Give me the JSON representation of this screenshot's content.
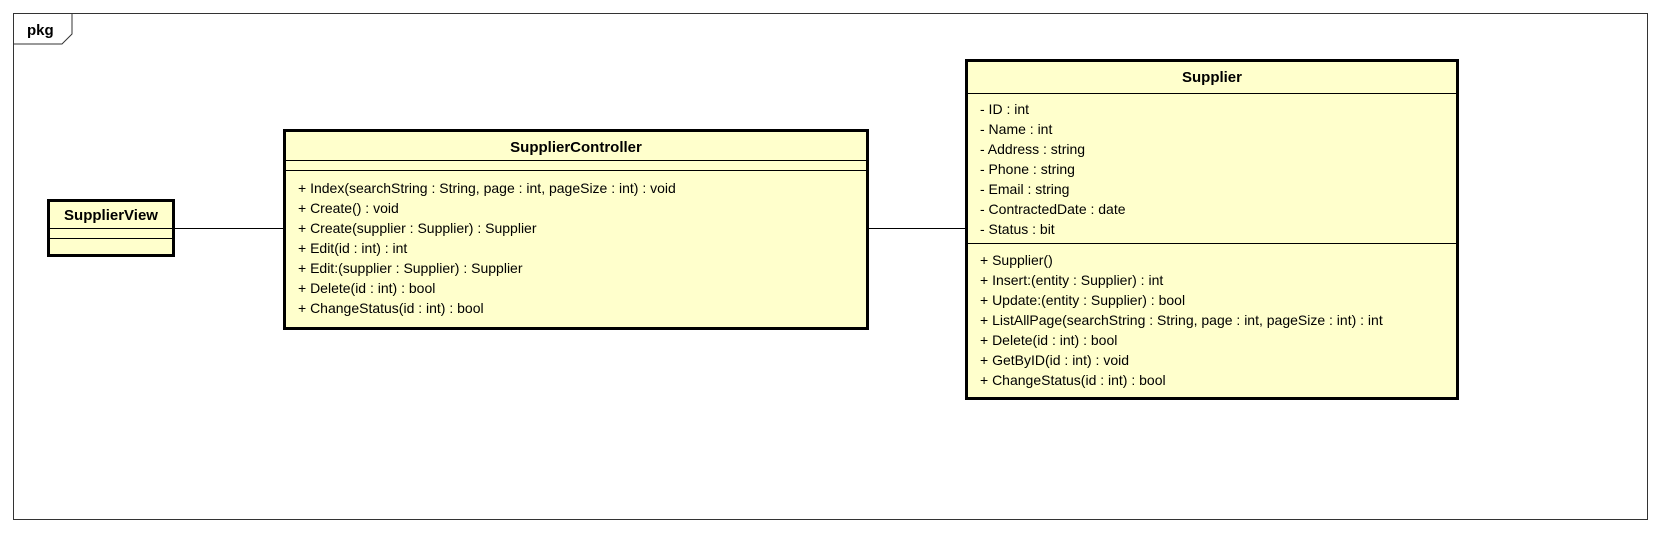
{
  "frame": {
    "label": "pkg"
  },
  "classes": {
    "supplier_view": {
      "name": "SupplierView",
      "attributes": [],
      "operations": []
    },
    "supplier_controller": {
      "name": "SupplierController",
      "attributes": [],
      "operations": [
        "+ Index(searchString : String, page : int, pageSize : int) : void",
        "+ Create() : void",
        "+ Create(supplier : Supplier) : Supplier",
        "+ Edit(id : int) : int",
        "+ Edit:(supplier : Supplier) : Supplier",
        "+ Delete(id : int) : bool",
        "+ ChangeStatus(id : int) : bool"
      ]
    },
    "supplier": {
      "name": "Supplier",
      "attributes": [
        "- ID : int",
        "- Name : int",
        "- Address : string",
        "- Phone : string",
        "- Email : string",
        "- ContractedDate : date",
        "- Status : bit"
      ],
      "operations": [
        "+ Supplier()",
        "+ Insert:(entity : Supplier) : int",
        "+ Update:(entity : Supplier) : bool",
        "+ ListAllPage(searchString : String, page : int, pageSize : int) : int",
        "+ Delete(id : int) : bool",
        "+ GetByID(id : int) : void",
        "+ ChangeStatus(id : int) : bool"
      ]
    }
  },
  "colors": {
    "class_fill": "#ffffcc",
    "border": "#000000"
  }
}
